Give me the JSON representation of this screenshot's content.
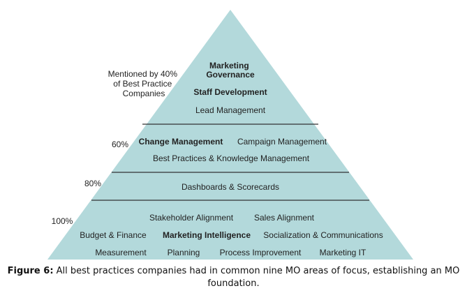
{
  "colors": {
    "pyramid_fill": "#b3d9db",
    "divider": "#333333",
    "text": "#222222"
  },
  "pyramid": {
    "tiers": [
      {
        "share": "Mentioned by 40%\nof Best Practice\nCompanies",
        "items": [
          {
            "text": "Marketing\nGovernance",
            "bold": true
          },
          {
            "text": "Staff Development",
            "bold": true
          },
          {
            "text": "Lead Management",
            "bold": false
          }
        ]
      },
      {
        "share": "60%",
        "items": [
          {
            "text": "Change Management",
            "bold": true
          },
          {
            "text": "Campaign Management",
            "bold": false
          },
          {
            "text": "Best Practices & Knowledge Management",
            "bold": false
          }
        ]
      },
      {
        "share": "80%",
        "items": [
          {
            "text": "Dashboards & Scorecards",
            "bold": false
          }
        ]
      },
      {
        "share": "100%",
        "items": [
          {
            "text": "Stakeholder Alignment",
            "bold": false
          },
          {
            "text": "Sales Alignment",
            "bold": false
          },
          {
            "text": "Budget & Finance",
            "bold": false
          },
          {
            "text": "Marketing Intelligence",
            "bold": true
          },
          {
            "text": "Socialization & Communications",
            "bold": false
          },
          {
            "text": "Measurement",
            "bold": false
          },
          {
            "text": "Planning",
            "bold": false
          },
          {
            "text": "Process Improvement",
            "bold": false
          },
          {
            "text": "Marketing IT",
            "bold": false
          }
        ]
      }
    ]
  },
  "caption": {
    "label": "Figure 6:",
    "text": " All best practices companies had in common nine MO areas of focus, establishing an MO foundation."
  }
}
